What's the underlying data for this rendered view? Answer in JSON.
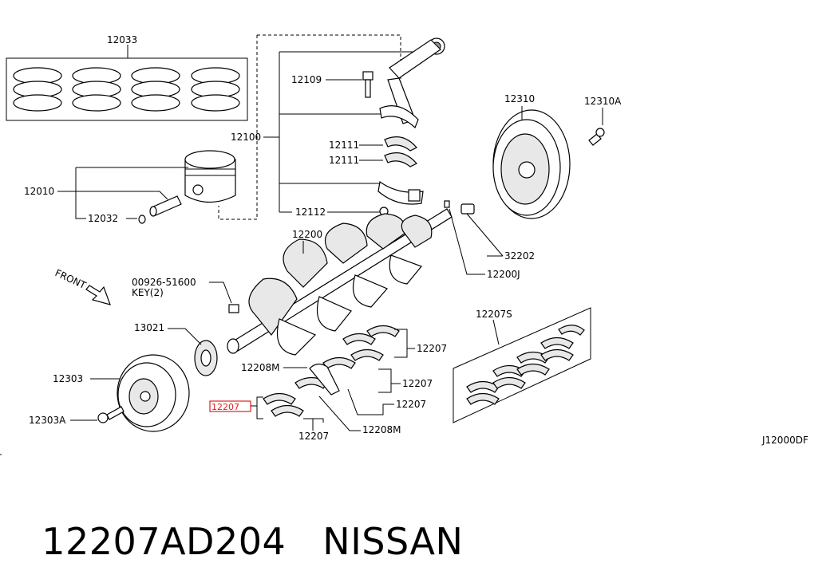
{
  "labels": {
    "p12033": "12033",
    "p12010": "12010",
    "p12032": "12032",
    "p12109": "12109",
    "p12100": "12100",
    "p12111a": "12111",
    "p12111b": "12111",
    "p12112": "12112",
    "p12310": "12310",
    "p12310A": "12310A",
    "p12200": "12200",
    "p32202": "32202",
    "p12200J": "12200J",
    "p00926": "00926-51600",
    "key": "KEY(2)",
    "front": "FRONT",
    "p13021": "13021",
    "p12303": "12303",
    "p12303A": "12303A",
    "p12208Ma": "12208M",
    "p12208Mb": "12208M",
    "p12207a": "12207",
    "p12207b": "12207",
    "p12207c": "12207",
    "p12207d": "12207",
    "p12207S": "12207S",
    "p12207hl": "12207",
    "code": "J12000DF"
  },
  "footer": {
    "part_number": "12207AD204",
    "brand": "NISSAN"
  },
  "colors": {
    "highlight": "#e02020"
  }
}
